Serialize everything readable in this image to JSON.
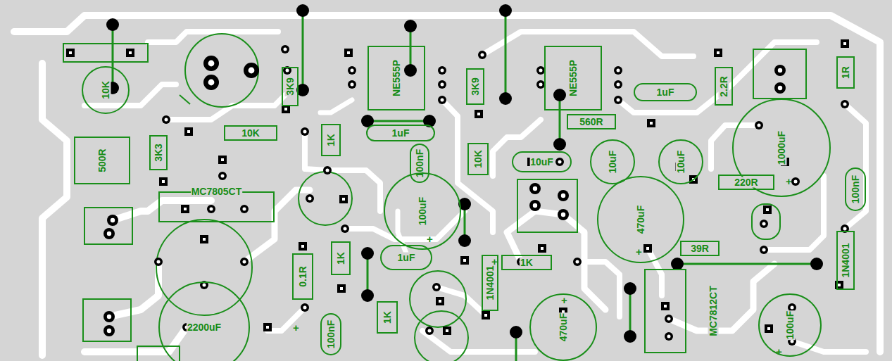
{
  "diagram": {
    "nodes": [
      {
        "text": [
          "10K"
        ]
      },
      {
        "text": [
          "3K9"
        ]
      },
      {
        "text": [
          "NE555P"
        ]
      },
      {
        "text": [
          "3K9"
        ]
      },
      {
        "text": [
          "NE555P"
        ]
      },
      {
        "text": [
          "1uF"
        ]
      },
      {
        "text": [
          "2.2R"
        ]
      },
      {
        "text": [
          "1R"
        ]
      },
      {
        "text": [
          "10K"
        ]
      },
      {
        "text": [
          "1K"
        ]
      },
      {
        "text": [
          "560R"
        ]
      },
      {
        "text": [
          "1uF"
        ]
      },
      {
        "text": [
          "3K3"
        ]
      },
      {
        "text": [
          "500R"
        ]
      },
      {
        "text": [
          "100nF"
        ]
      },
      {
        "text": [
          "10K"
        ]
      },
      {
        "text": [
          "10uF"
        ]
      },
      {
        "text": [
          "10uF"
        ]
      },
      {
        "text": [
          "10uF"
        ]
      },
      {
        "text": [
          "1000uF"
        ]
      },
      {
        "text": [
          "MC7805CT"
        ]
      },
      {
        "text": [
          "220R"
        ]
      },
      {
        "text": [
          "100nF"
        ]
      },
      {
        "text": [
          "100uF"
        ]
      },
      {
        "text": [
          "470uF"
        ]
      },
      {
        "text": [
          "39R"
        ]
      },
      {
        "text": [
          "1K"
        ]
      },
      {
        "text": [
          "1uF"
        ]
      },
      {
        "text": [
          "1N4001"
        ]
      },
      {
        "text": [
          "1K"
        ]
      },
      {
        "text": [
          "0.1R"
        ]
      },
      {
        "text": [
          "1N4001"
        ]
      },
      {
        "text": [
          "1K"
        ]
      },
      {
        "text": [
          "2200uF"
        ]
      },
      {
        "text": [
          "100nF"
        ]
      },
      {
        "text": [
          "470uF"
        ]
      },
      {
        "text": [
          "MC7812CT"
        ]
      },
      {
        "text": [
          "100uF"
        ]
      }
    ],
    "labels": [
      "+",
      "+",
      "+",
      "+",
      "+",
      "+",
      "+"
    ]
  }
}
